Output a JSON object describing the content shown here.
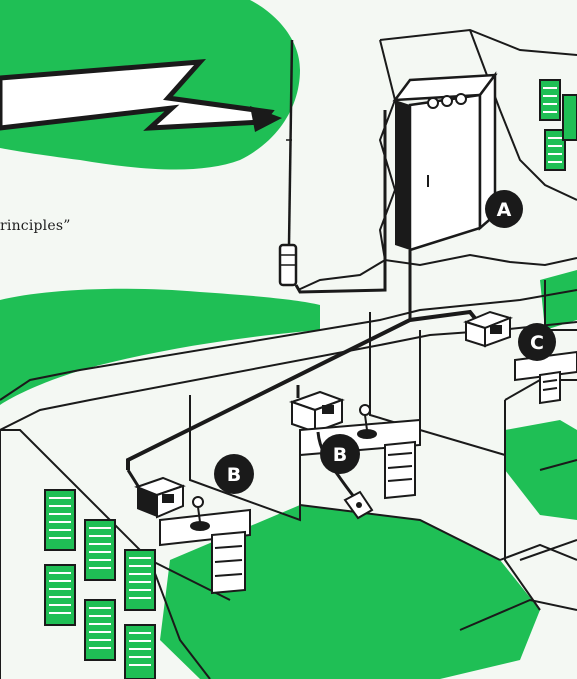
{
  "caption": "rinciples”",
  "markers": [
    {
      "id": "A",
      "label": "A"
    },
    {
      "id": "B1",
      "label": "B"
    },
    {
      "id": "B2",
      "label": "B"
    },
    {
      "id": "C",
      "label": "C"
    }
  ],
  "colors": {
    "green": "#1fbf55",
    "ink": "#1a1a1a",
    "paper": "#f4f8f3",
    "white": "#ffffff"
  },
  "icons": [
    "lightning-bolt-icon",
    "antenna-icon",
    "control-cabinet-icon",
    "radio-unit-icon",
    "microphone-icon",
    "handset-icon"
  ]
}
